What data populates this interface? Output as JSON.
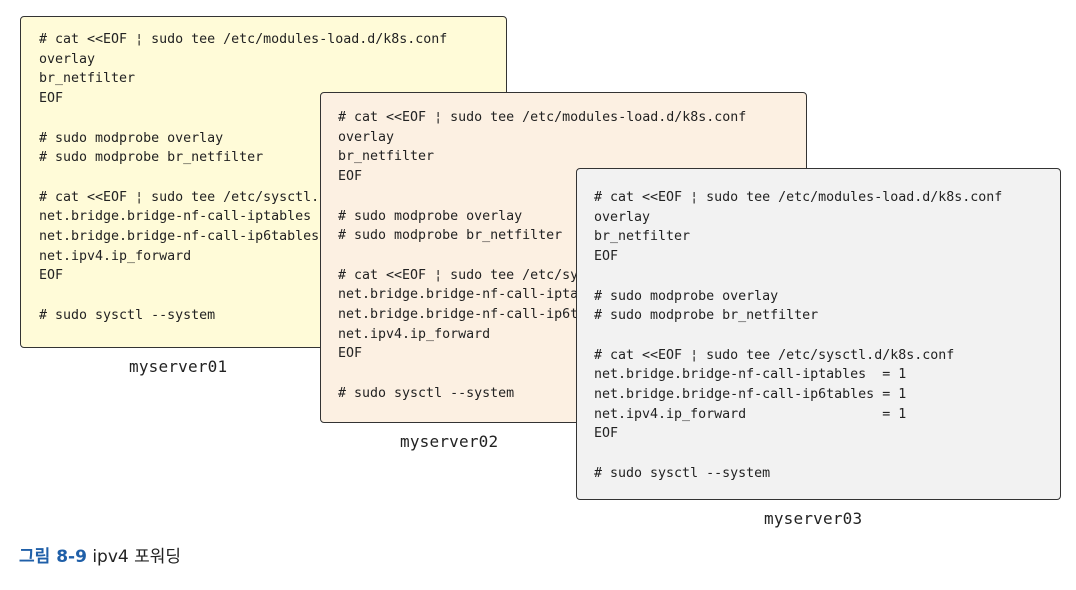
{
  "servers": [
    {
      "name": "myserver01",
      "background": "#fffbd8",
      "code": "# cat <<EOF ¦ sudo tee /etc/modules-load.d/k8s.conf\noverlay\nbr_netfilter\nEOF\n\n# sudo modprobe overlay\n# sudo modprobe br_netfilter\n\n# cat <<EOF ¦ sudo tee /etc/sysctl.\nnet.bridge.bridge-nf-call-iptables\nnet.bridge.bridge-nf-call-ip6tables\nnet.ipv4.ip_forward\nEOF\n\n# sudo sysctl --system"
    },
    {
      "name": "myserver02",
      "background": "#fcf0e2",
      "code": "# cat <<EOF ¦ sudo tee /etc/modules-load.d/k8s.conf\noverlay\nbr_netfilter\nEOF\n\n# sudo modprobe overlay\n# sudo modprobe br_netfilter\n\n# cat <<EOF ¦ sudo tee /etc/sy\nnet.bridge.bridge-nf-call-ipta\nnet.bridge.bridge-nf-call-ip6t\nnet.ipv4.ip_forward\nEOF\n\n# sudo sysctl --system"
    },
    {
      "name": "myserver03",
      "background": "#f2f2f2",
      "code": "# cat <<EOF ¦ sudo tee /etc/modules-load.d/k8s.conf\noverlay\nbr_netfilter\nEOF\n\n# sudo modprobe overlay\n# sudo modprobe br_netfilter\n\n# cat <<EOF ¦ sudo tee /etc/sysctl.d/k8s.conf\nnet.bridge.bridge-nf-call-iptables  = 1\nnet.bridge.bridge-nf-call-ip6tables = 1\nnet.ipv4.ip_forward                 = 1\nEOF\n\n# sudo sysctl --system"
    }
  ],
  "caption": {
    "number": "그림 8-9",
    "text": " ipv4 포워딩",
    "number_color": "#1f5fa8"
  }
}
